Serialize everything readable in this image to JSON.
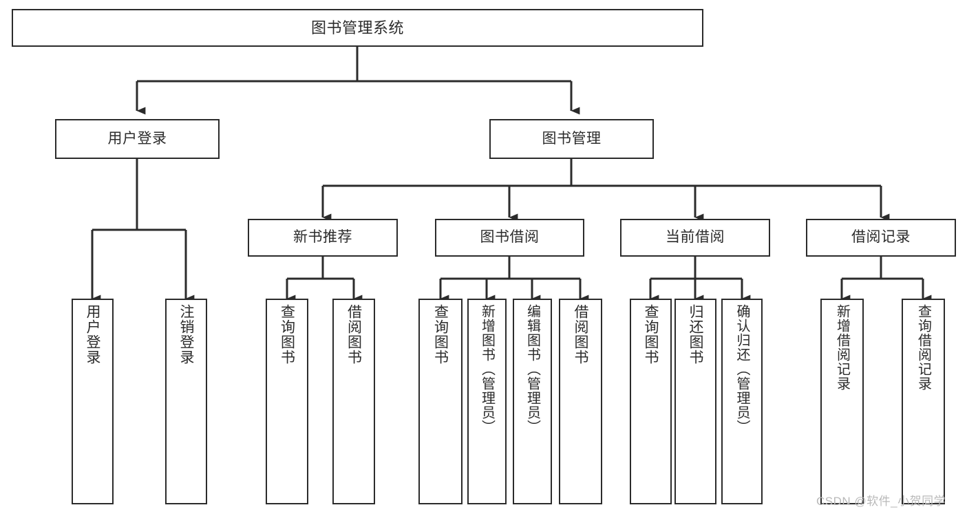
{
  "diagram": {
    "title": "图书管理系统",
    "type": "functional-decomposition-tree",
    "root": {
      "label": "图书管理系统"
    },
    "level2": [
      {
        "label": "用户登录"
      },
      {
        "label": "图书管理"
      }
    ],
    "level3": [
      {
        "label": "新书推荐"
      },
      {
        "label": "图书借阅"
      },
      {
        "label": "当前借阅"
      },
      {
        "label": "借阅记录"
      }
    ],
    "leaves": {
      "user_login": [
        {
          "label": "用户登录"
        },
        {
          "label": "注销登录"
        }
      ],
      "new_book_recommend": [
        {
          "label": "查询图书"
        },
        {
          "label": "借阅图书"
        }
      ],
      "book_borrow": [
        {
          "label": "查询图书"
        },
        {
          "label": "新增图书（管理员）"
        },
        {
          "label": "编辑图书（管理员）"
        },
        {
          "label": "借阅图书"
        }
      ],
      "current_borrow": [
        {
          "label": "查询图书"
        },
        {
          "label": "归还图书"
        },
        {
          "label": "确认归还（管理员）"
        }
      ],
      "borrow_record": [
        {
          "label": "新增借阅记录"
        },
        {
          "label": "查询借阅记录"
        }
      ]
    }
  },
  "watermark": {
    "text": "CSDN @软件_小贺同学"
  },
  "colors": {
    "box_border": "#2b2b2b",
    "box_fill": "#ffffff",
    "text": "#2b2b2b",
    "connector": "#2b2b2b",
    "watermark": "#b9b9b9",
    "background": "#ffffff"
  }
}
